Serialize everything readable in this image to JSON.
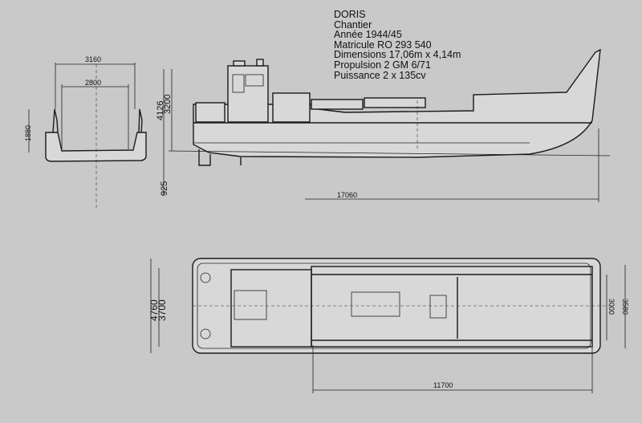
{
  "title_block": {
    "lines": [
      "DORIS",
      "Chantier",
      "Année 1944/45",
      "Matricule RO 293 540",
      "Dimensions 17,06m x 4,14m",
      "Propulsion 2 GM 6/71",
      "Puissance 2 x  135cv"
    ]
  },
  "section_view": {
    "overall_width": "3160",
    "inner_width": "2800",
    "side_height": "1880"
  },
  "profile_view": {
    "height_total": "4126",
    "height_above": "3200",
    "draft": "925",
    "length": "17060"
  },
  "plan_view": {
    "beam_total": "4760",
    "beam_inner": "3700",
    "hold_width": "3000",
    "hold_outer": "3580",
    "hold_length": "11700"
  },
  "colors": {
    "paper": "#c9c9c9",
    "ink": "#1a1a1a"
  }
}
